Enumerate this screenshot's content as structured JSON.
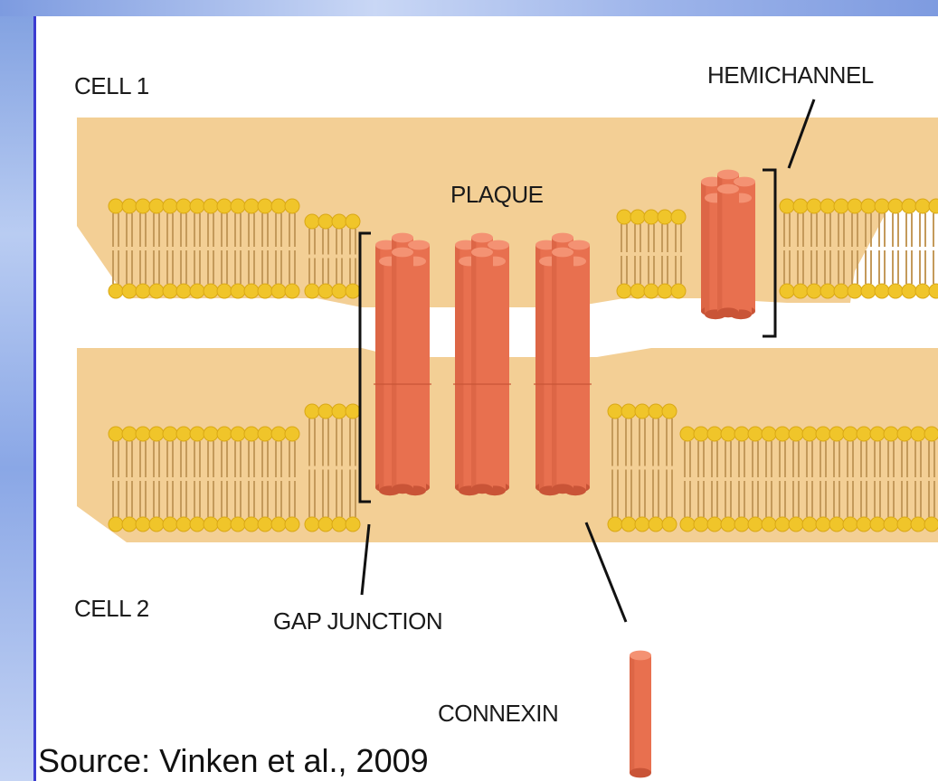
{
  "labels": {
    "cell1": "CELL 1",
    "cell2": "CELL 2",
    "hemichannel": "HEMICHANNEL",
    "plaque": "PLAQUE",
    "gap_junction": "GAP JUNCTION",
    "connexin": "CONNEXIN"
  },
  "source": "Source: Vinken et al., 2009",
  "colors": {
    "membrane": "#f3cf95",
    "lipid_head": "#f0c52a",
    "lipid_head_edge": "#d9a815",
    "lipid_tail": "#c49a5b",
    "protein": "#e8704f",
    "protein_dark": "#c95437",
    "protein_light": "#f49273",
    "slide_border": "#3b3bd0"
  }
}
